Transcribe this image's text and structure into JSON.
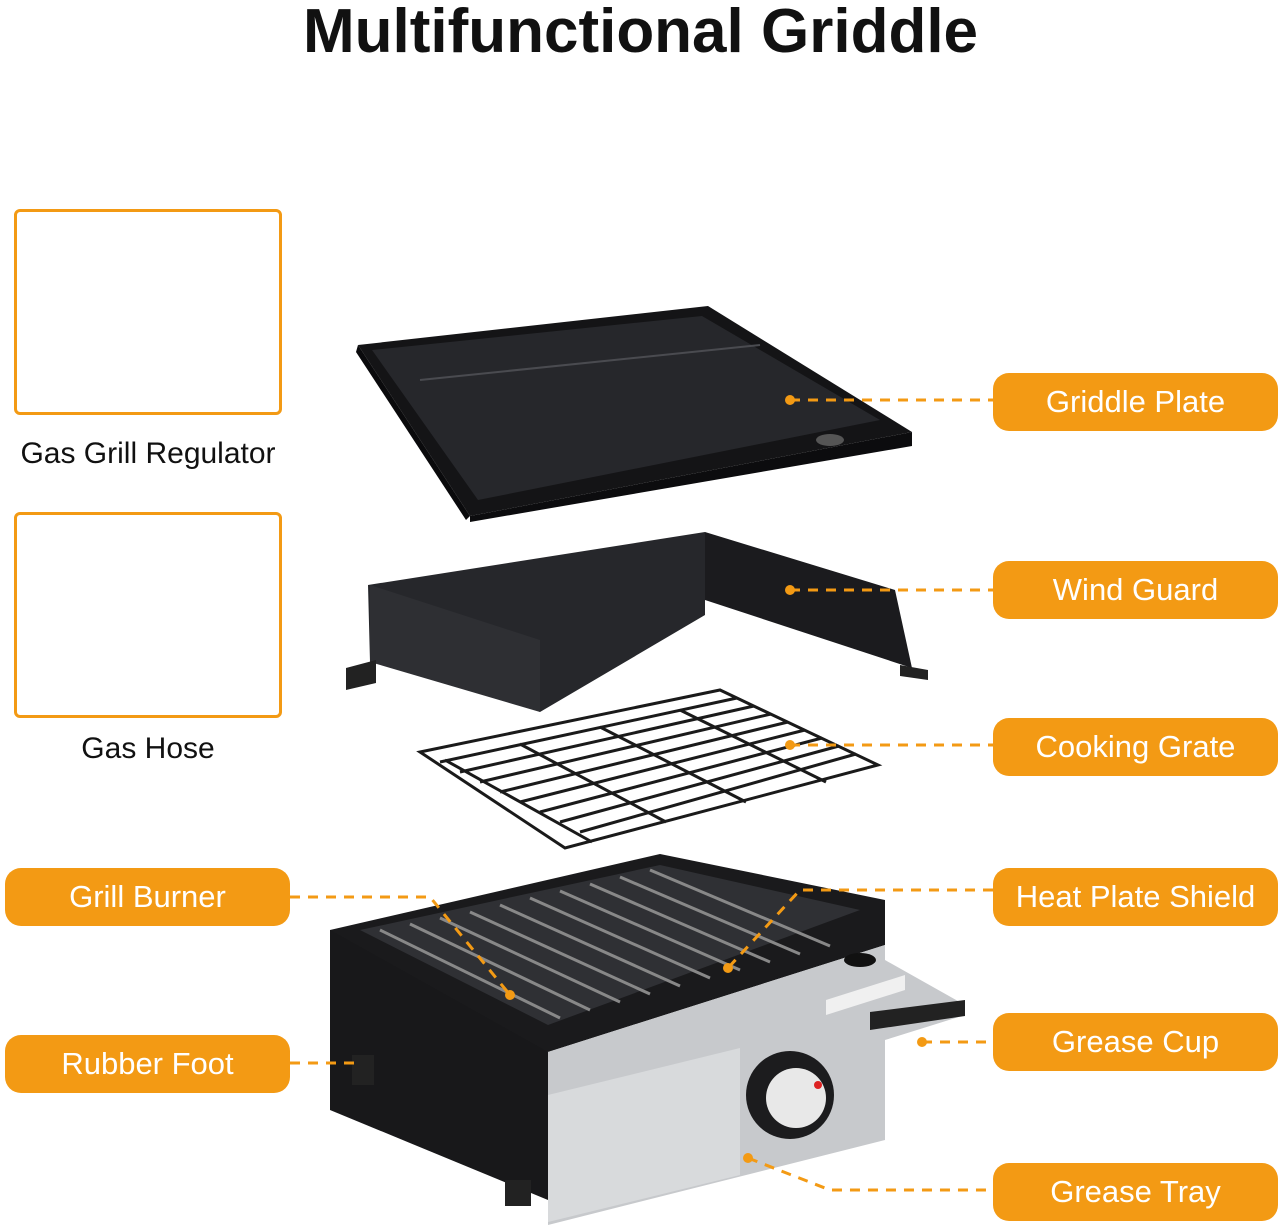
{
  "title": "Multifunctional Griddle",
  "accessories": {
    "regulator_label": "Gas Grill Regulator",
    "hose_label": "Gas Hose"
  },
  "labels": {
    "griddle_plate": "Griddle Plate",
    "wind_guard": "Wind Guard",
    "cooking_grate": "Cooking Grate",
    "grill_burner": "Grill Burner",
    "heat_plate_shield": "Heat Plate Shield",
    "rubber_foot": "Rubber Foot",
    "grease_cup": "Grease Cup",
    "grease_tray": "Grease Tray"
  },
  "colors": {
    "accent": "#f39a14",
    "text": "#111111",
    "metal_dark": "#1c1c1e",
    "steel": "#b9bcc0"
  }
}
